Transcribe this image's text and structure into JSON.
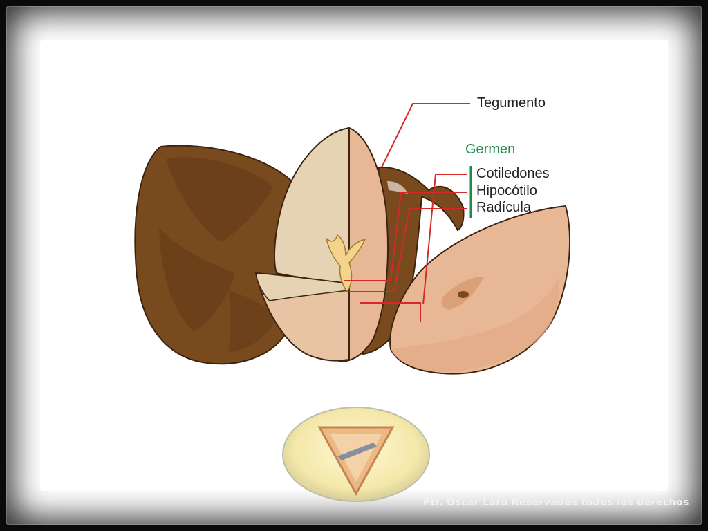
{
  "labels": {
    "tegumento": "Tegumento",
    "germen": "Germen",
    "cotiledones": "Cotiledones",
    "hipocotilo": "Hipocótilo",
    "radicula": "Radícula"
  },
  "footer": {
    "credit": "Ptr. Oscar Lara Reservados todos los derechos"
  },
  "colors": {
    "seed_coat": "#7a4a1f",
    "cotyledon_light": "#e6d3b3",
    "cotyledon_pink": "#e8b896",
    "leader_line": "#d62828",
    "germen_bracket": "#1f8a4a"
  },
  "icons": {
    "logo": "pathfinder-emblem-icon"
  }
}
